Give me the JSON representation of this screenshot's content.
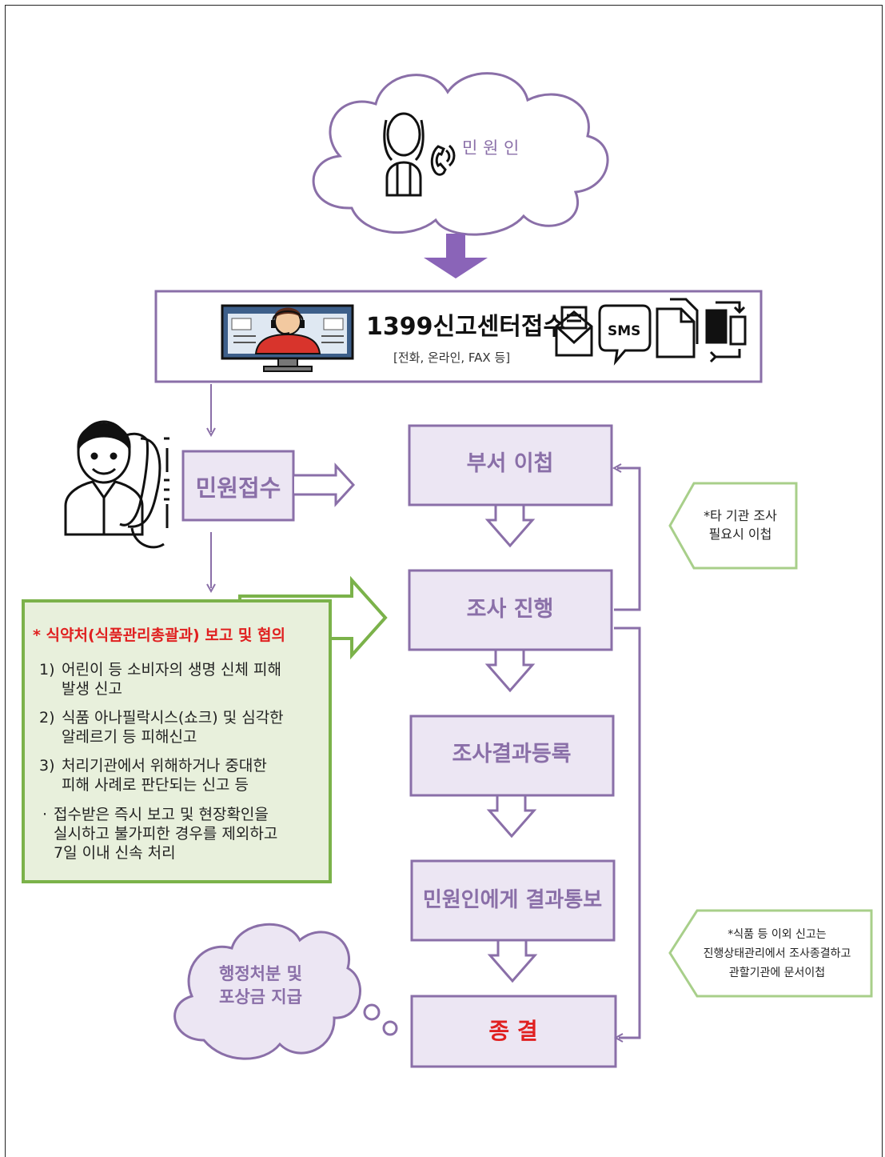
{
  "complainant": {
    "label": "민 원 인"
  },
  "center": {
    "title": "1399신고센터접수",
    "subtitle": "[전화, 온라인, FAX 등]",
    "sms_icon_text": "SMS"
  },
  "receipt": {
    "label": "민원접수"
  },
  "flow": [
    {
      "label": "부서 이첩"
    },
    {
      "label": "조사 진행"
    },
    {
      "label": "조사결과등록"
    },
    {
      "label": "민원인에게 결과통보"
    },
    {
      "label": "종 결",
      "color": "#e02020"
    }
  ],
  "side_notes": {
    "transfer": {
      "line1": "*타 기관 조사",
      "line2": "필요시 이첩"
    },
    "non_food": {
      "line1": "*식품 등 이외 신고는",
      "line2": "진행상태관리에서 조사종결하고",
      "line3": "관할기관에 문서이첩"
    }
  },
  "report_box": {
    "title": "* 식약처(식품관리총괄과) 보고 및 협의",
    "items": [
      {
        "num": "1)",
        "line1": "어린이 등 소비자의 생명 신체 피해",
        "line2": "발생 신고"
      },
      {
        "num": "2)",
        "line1": "식품 아나필락시스(쇼크) 및 심각한",
        "line2": "알레르기 등 피해신고"
      },
      {
        "num": "3)",
        "line1": "처리기관에서 위해하거나 중대한",
        "line2": "피해 사례로 판단되는 신고 등"
      }
    ],
    "note": {
      "bullet": "·",
      "line1": "접수받은 즉시 보고 및 현장확인을",
      "line2": "실시하고 불가피한 경우를 제외하고",
      "line3": "7일 이내 신속 처리"
    }
  },
  "outcome_cloud": {
    "line1": "행정처분 및",
    "line2": "포상금 지급"
  },
  "colors": {
    "purple_border": "#8a6fa8",
    "box_fill": "#ece6f3",
    "arrow_purple": "#8a64b8",
    "green": "#7bb24a",
    "text_purple": "#8a6fa8",
    "red": "#e02020"
  }
}
